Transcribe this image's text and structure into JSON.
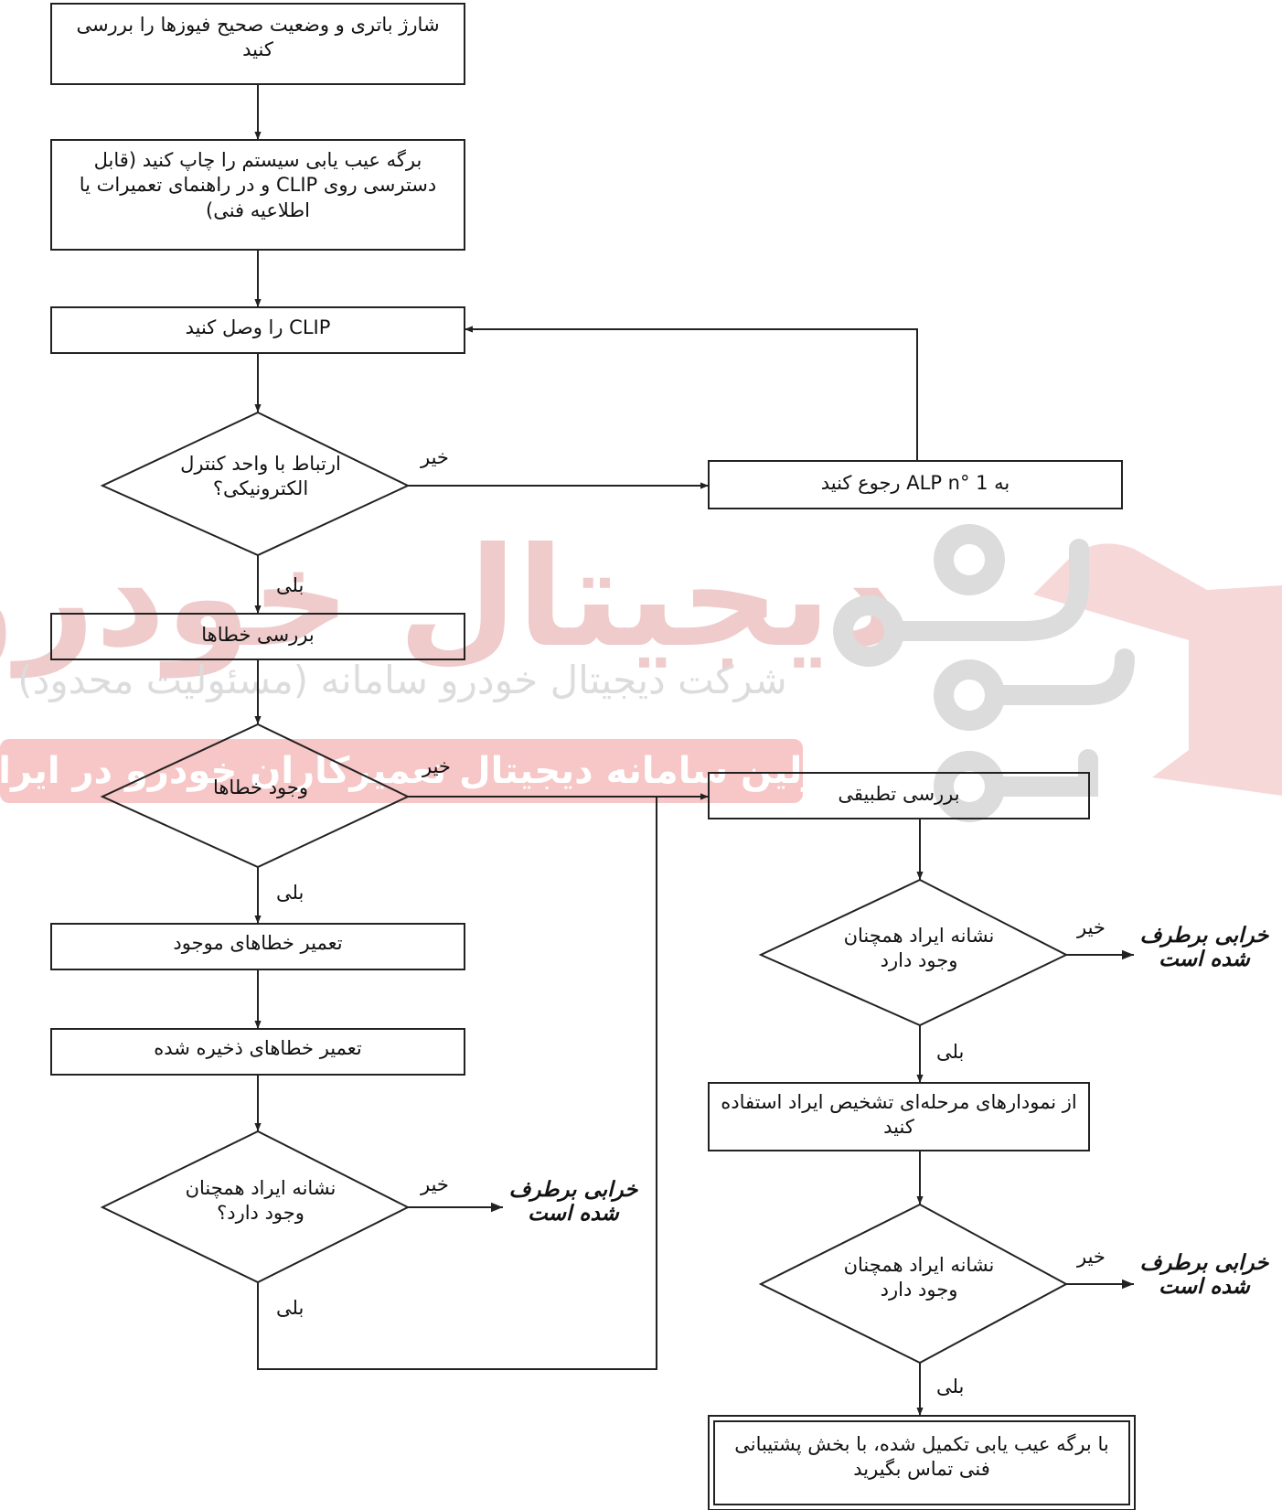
{
  "watermark": {
    "brand": "دیجیتال خودرو",
    "company": "شرکت دیجیتال خودرو سامانه (مسئولیت محدود)",
    "tagline": "اولین سامانه دیجیتال تعمیرکاران خودرو در ایران",
    "color": "#e8a8a8"
  },
  "nodes": {
    "check_battery": "شارژ باتری و وضعیت صحیح فیوزها را بررسی کنید",
    "print_sheet": "برگه عیب یابی سیستم را چاپ کنید (قابل دسترسی روی CLIP و در راهنمای تعمیرات یا اطلاعیه فنی)",
    "connect_clip": "CLIP را وصل کنید",
    "comm_decision": "ارتباط با واحد کنترل الکترونیکی؟",
    "refer_alp": "به ALP n° 1 رجوع کنید",
    "check_faults": "بررسی خطاها",
    "faults_decision": "وجود خطاها",
    "repair_present": "تعمیر خطاهای موجود",
    "repair_stored": "تعمیر خطاهای ذخیره شده",
    "symptom_decision_left": "نشانه ایراد همچنان وجود دارد؟",
    "conformity_check": "بررسی تطبیقی",
    "symptom_decision_right_1": "نشانه ایراد همچنان وجود دارد",
    "use_charts": "از نمودارهای مرحله‌ای تشخیص ایراد استفاده کنید",
    "symptom_decision_right_2": "نشانه ایراد همچنان وجود دارد",
    "contact_support": "با برگه عیب یابی تکمیل شده، با بخش پشتیبانی فنی تماس بگیرید"
  },
  "labels": {
    "yes": "بلی",
    "no": "خیر"
  },
  "results": {
    "fixed": "خرابی برطرف شده است"
  }
}
